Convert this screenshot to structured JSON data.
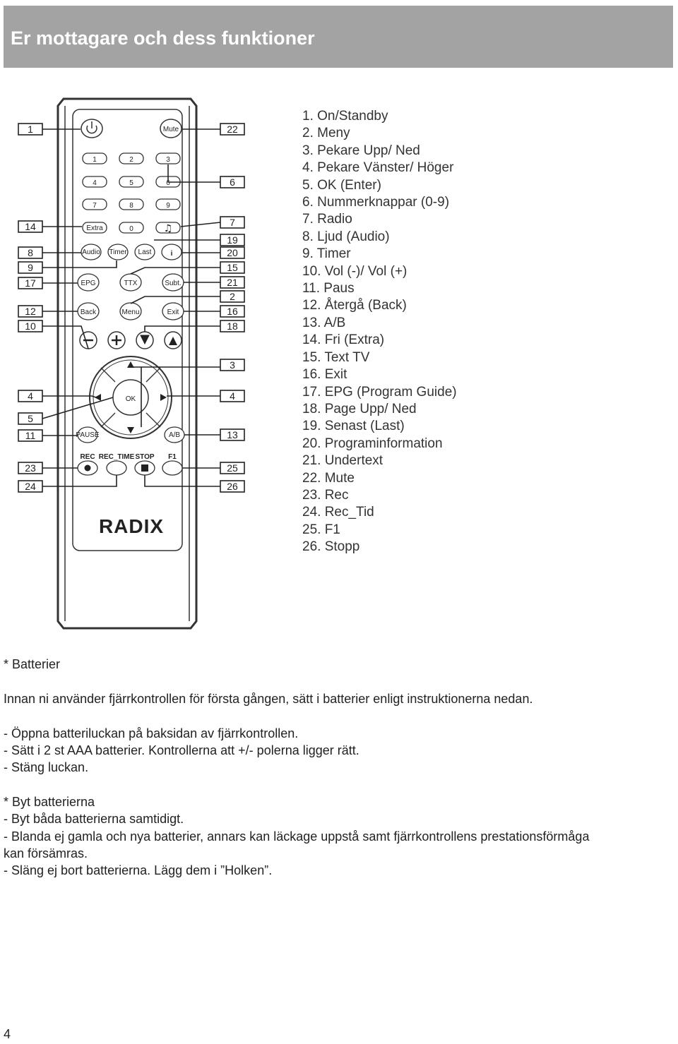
{
  "header": {
    "title": "Er mottagare och dess funktioner"
  },
  "remote": {
    "brand": "RADIX",
    "buttons": {
      "mute": "Mute",
      "n1": "1",
      "n2": "2",
      "n3": "3",
      "n4": "4",
      "n5": "5",
      "n6": "6",
      "n7": "7",
      "n8": "8",
      "n9": "9",
      "n0": "0",
      "extra": "Extra",
      "audio": "Audio",
      "timer": "Timer",
      "last": "Last",
      "info": "i",
      "epg": "EPG",
      "ttx": "TTX",
      "subt": "Subt.",
      "back": "Back",
      "menu": "Menu",
      "exit": "Exit",
      "ok": "OK",
      "pause": "PAUSE",
      "ab": "A/B",
      "rec": "REC",
      "rectime": "REC_TIME",
      "stop": "STOP",
      "f1": "F1"
    },
    "left_tags": [
      "1",
      "14",
      "8",
      "9",
      "17",
      "12",
      "10",
      "4",
      "5",
      "11",
      "23",
      "24"
    ],
    "right_tags": [
      "22",
      "6",
      "7",
      "19",
      "20",
      "15",
      "21",
      "2",
      "16",
      "18",
      "3",
      "4",
      "13",
      "25",
      "26"
    ]
  },
  "legend": [
    "1. On/Standby",
    "2. Meny",
    "3. Pekare Upp/ Ned",
    "4. Pekare Vänster/ Höger",
    "5. OK (Enter)",
    "6. Nummerknappar (0-9)",
    "7. Radio",
    "8. Ljud (Audio)",
    "9. Timer",
    "10. Vol (-)/ Vol (+)",
    "11. Paus",
    "12. Återgå (Back)",
    "13. A/B",
    "14. Fri (Extra)",
    "15. Text TV",
    "16. Exit",
    "17. EPG (Program Guide)",
    "18. Page Upp/ Ned",
    "19. Senast (Last)",
    "20. Programinformation",
    "21. Undertext",
    "22. Mute",
    "23. Rec",
    "24. Rec_Tid",
    "25. F1",
    "26. Stopp"
  ],
  "body": {
    "batterier_heading": "* Batterier",
    "intro": "Innan ni använder fjärrkontrollen för första gången, sätt i batterier enligt instruktionerna nedan.",
    "step1": "- Öppna batteriluckan på baksidan av fjärrkontrollen.",
    "step2": "- Sätt i 2 st AAA batterier. Kontrollerna att +/- polerna ligger rätt.",
    "step3": "- Stäng luckan.",
    "byt_heading": "* Byt batterierna",
    "byt1": "- Byt båda batterierna samtidigt.",
    "byt2a": "- Blanda ej gamla och nya batterier, annars kan läckage uppstå samt fjärrkontrollens prestationsförmåga",
    "byt2b": "kan försämras.",
    "byt3": "- Släng ej bort batterierna. Lägg dem i ”Holken”."
  },
  "page_number": "4"
}
